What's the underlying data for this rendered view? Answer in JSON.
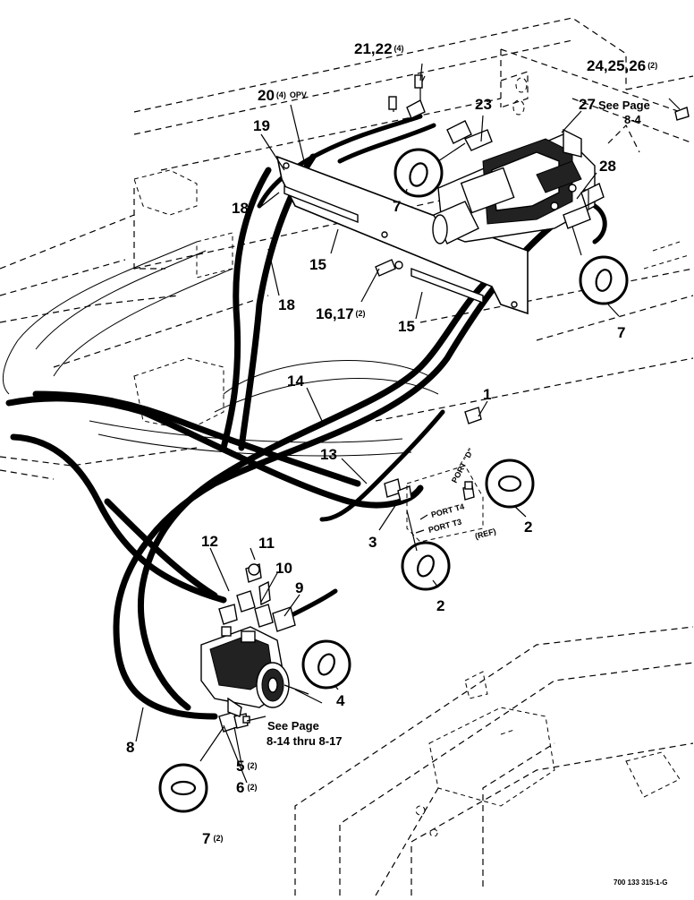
{
  "callouts": {
    "c1": {
      "label": "1"
    },
    "c2a": {
      "label": "2"
    },
    "c2b": {
      "label": "2"
    },
    "c3": {
      "label": "3"
    },
    "c4": {
      "label": "4"
    },
    "c5": {
      "label": "5",
      "qty": "(2)"
    },
    "c6": {
      "label": "6",
      "qty": "(2)"
    },
    "c7a": {
      "label": "7"
    },
    "c7b": {
      "label": "7"
    },
    "c7c": {
      "label": "7",
      "qty": "(2)"
    },
    "c8": {
      "label": "8"
    },
    "c9": {
      "label": "9"
    },
    "c10": {
      "label": "10"
    },
    "c11": {
      "label": "11"
    },
    "c12": {
      "label": "12"
    },
    "c13": {
      "label": "13"
    },
    "c14": {
      "label": "14"
    },
    "c15a": {
      "label": "15"
    },
    "c15b": {
      "label": "15"
    },
    "c16": {
      "label": "16,17",
      "qty": "(2)"
    },
    "c18a": {
      "label": "18"
    },
    "c18b": {
      "label": "18"
    },
    "c19": {
      "label": "19"
    },
    "c20": {
      "label": "20",
      "qty": "(4)",
      "extra": "OPV"
    },
    "c21": {
      "label": "21,22",
      "qty": "(4)"
    },
    "c23": {
      "label": "23"
    },
    "c24": {
      "label": "24,25,26",
      "qty": "(2)"
    },
    "c27": {
      "label": "27"
    },
    "c28": {
      "label": "28"
    }
  },
  "notes": {
    "see_page_top_line1": "See Page",
    "see_page_top_line2": "8-4",
    "see_page_bottom_line1": "See Page",
    "see_page_bottom_line2": "8-14 thru 8-17"
  },
  "ports": {
    "port_d": "PORT \"D\"",
    "port_t4": "PORT T4",
    "port_t3": "PORT T3",
    "ref": "(REF)"
  },
  "footer": {
    "drawing_number": "700 133 315-1-G"
  }
}
